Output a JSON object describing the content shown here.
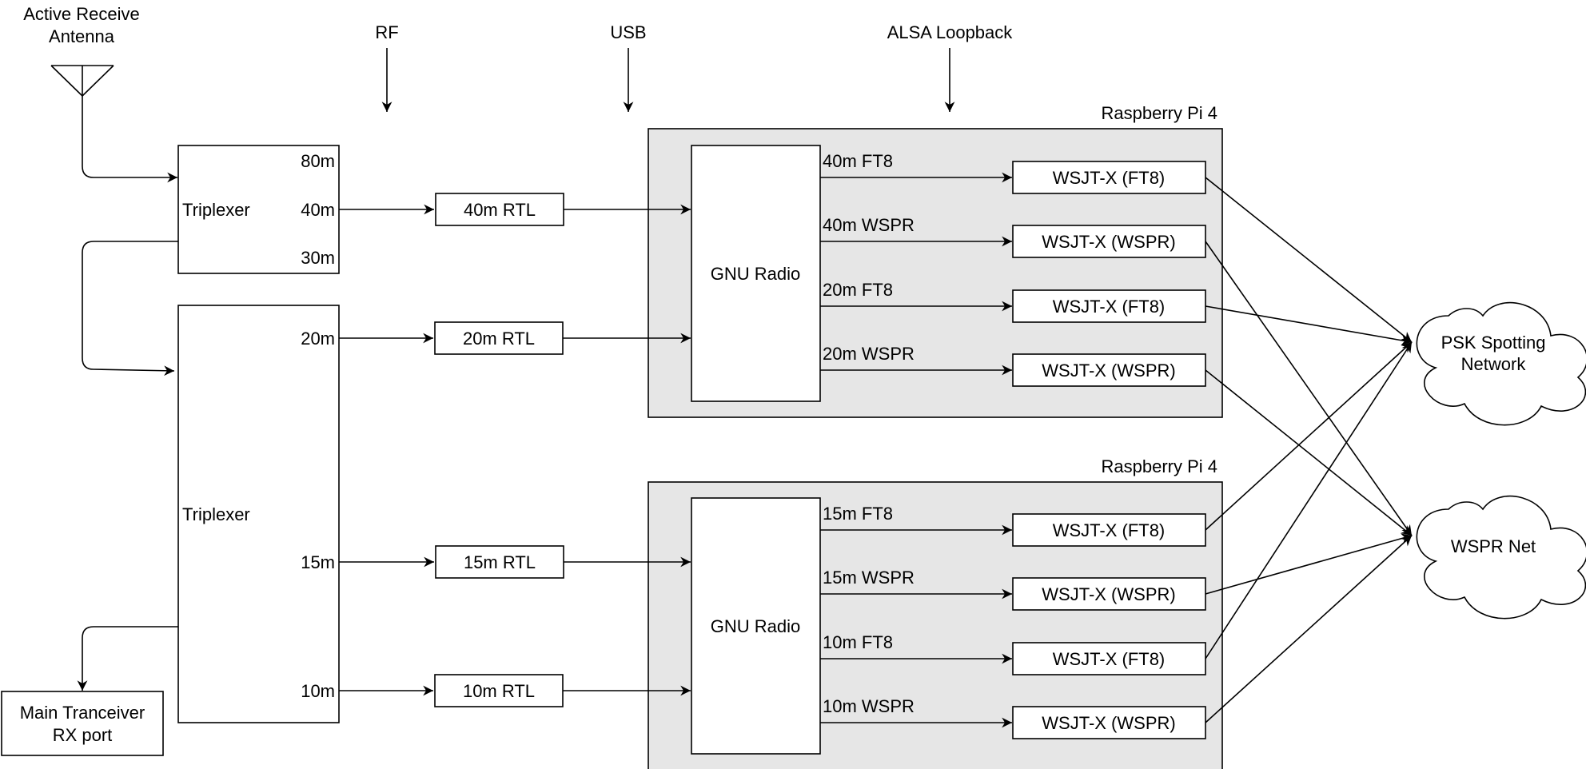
{
  "header_labels": {
    "rf": "RF",
    "usb": "USB",
    "alsa": "ALSA Loopback"
  },
  "antenna": {
    "line1": "Active Receive",
    "line2": "Antenna"
  },
  "triplexer_top": {
    "label": "Triplexer",
    "ports": [
      "80m",
      "40m",
      "30m"
    ]
  },
  "triplexer_bottom": {
    "label": "Triplexer",
    "ports": [
      "20m",
      "15m",
      "10m"
    ]
  },
  "transceiver": {
    "line1": "Main Tranceiver",
    "line2": "RX port"
  },
  "rtl": [
    "40m RTL",
    "20m RTL",
    "15m RTL",
    "10m RTL"
  ],
  "pi_top": {
    "title": "Raspberry Pi 4",
    "gnuradio": "GNU Radio",
    "channels": [
      "40m FT8",
      "40m WSPR",
      "20m FT8",
      "20m WSPR"
    ],
    "apps": [
      "WSJT-X (FT8)",
      "WSJT-X (WSPR)",
      "WSJT-X (FT8)",
      "WSJT-X (WSPR)"
    ]
  },
  "pi_bottom": {
    "title": "Raspberry Pi 4",
    "gnuradio": "GNU Radio",
    "channels": [
      "15m FT8",
      "15m WSPR",
      "10m FT8",
      "10m WSPR"
    ],
    "apps": [
      "WSJT-X (FT8)",
      "WSJT-X (WSPR)",
      "WSJT-X (FT8)",
      "WSJT-X (WSPR)"
    ]
  },
  "clouds": {
    "psk_line1": "PSK Spotting",
    "psk_line2": "Network",
    "wspr": "WSPR Net"
  }
}
